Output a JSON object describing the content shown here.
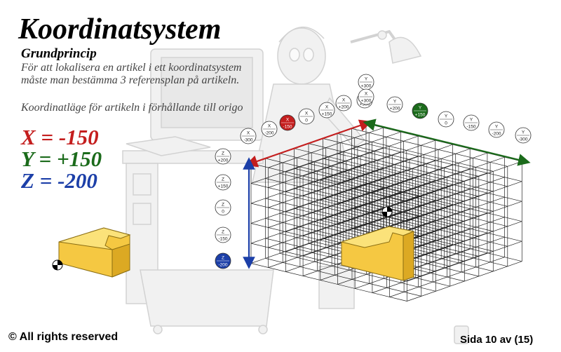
{
  "title": "Koordinatsystem",
  "subtitle": "Grundprincip",
  "description": [
    "För att lokalisera en artikel i ett koordinatsystem",
    "måste man bestämma 3 referensplan på artikeln.",
    "Koordinatläge för artikeln i förhållande till origo"
  ],
  "coordinates": {
    "x": "X = -150",
    "y": "Y = +150",
    "z": "Z = -200"
  },
  "markers": {
    "x": [
      [
        "X",
        "-300"
      ],
      [
        "X",
        "-200"
      ],
      [
        "X",
        "-150"
      ],
      [
        "X",
        "0"
      ],
      [
        "X",
        "+150"
      ],
      [
        "X",
        "+200"
      ],
      [
        "X",
        "+300"
      ]
    ],
    "y": [
      [
        "Y",
        "+300"
      ],
      [
        "Y",
        "+200"
      ],
      [
        "Y",
        "+150"
      ],
      [
        "Y",
        "0"
      ],
      [
        "Y",
        "-150"
      ],
      [
        "Y",
        "-200"
      ],
      [
        "Y",
        "-300"
      ]
    ],
    "z": [
      [
        "Z",
        "+200"
      ],
      [
        "Z",
        "+150"
      ],
      [
        "Z",
        "0"
      ],
      [
        "Z",
        "-150"
      ],
      [
        "Z",
        "-200"
      ]
    ]
  },
  "highlight_colors": {
    "x": "#c41e1e",
    "y": "#1b6b1b",
    "z": "#1c3fa8",
    "part": "#f5c842"
  },
  "footer": {
    "copyright": "© All rights reserved",
    "page": "Sida 10 av (15)"
  }
}
